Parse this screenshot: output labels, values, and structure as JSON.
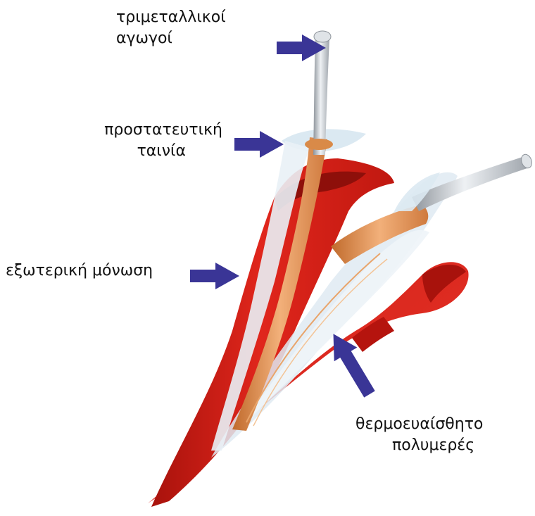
{
  "labels": {
    "conductors": {
      "line1": "τριμεταλλικοί",
      "line2": "αγωγοί"
    },
    "tape": {
      "line1": "προστατευτική",
      "line2": "ταινία"
    },
    "insulation": {
      "line1": "εξωτερική μόνωση"
    },
    "polymer": {
      "line1": "θερμοευαίσθητο",
      "line2": "πολυμερές"
    }
  },
  "colors": {
    "outer_insulation": "#e0261c",
    "outer_insulation_dark": "#a8120c",
    "copper": "#e09a5c",
    "silver_wire": "#b9bec4",
    "polymer_film": "#dfeaf2",
    "arrow": "#3a3596"
  },
  "icons": {
    "arrow": "arrow-right-icon"
  }
}
